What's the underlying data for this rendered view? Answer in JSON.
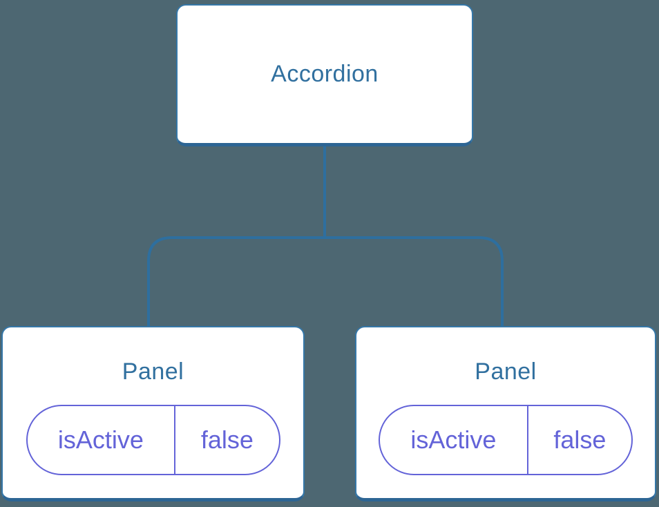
{
  "theme": {
    "background": "#4d6772",
    "line_blue": "#2e6f9f",
    "box_fill": "#ffffff",
    "box_border": "#3577a8",
    "box_border_bottom": "#2d6594",
    "heading_blue": "#31709f",
    "state_purple": "#6363d8"
  },
  "diagram": {
    "root": {
      "label": "Accordion"
    },
    "children": [
      {
        "label": "Panel",
        "state": {
          "key": "isActive",
          "value": "false"
        }
      },
      {
        "label": "Panel",
        "state": {
          "key": "isActive",
          "value": "false"
        }
      }
    ]
  }
}
